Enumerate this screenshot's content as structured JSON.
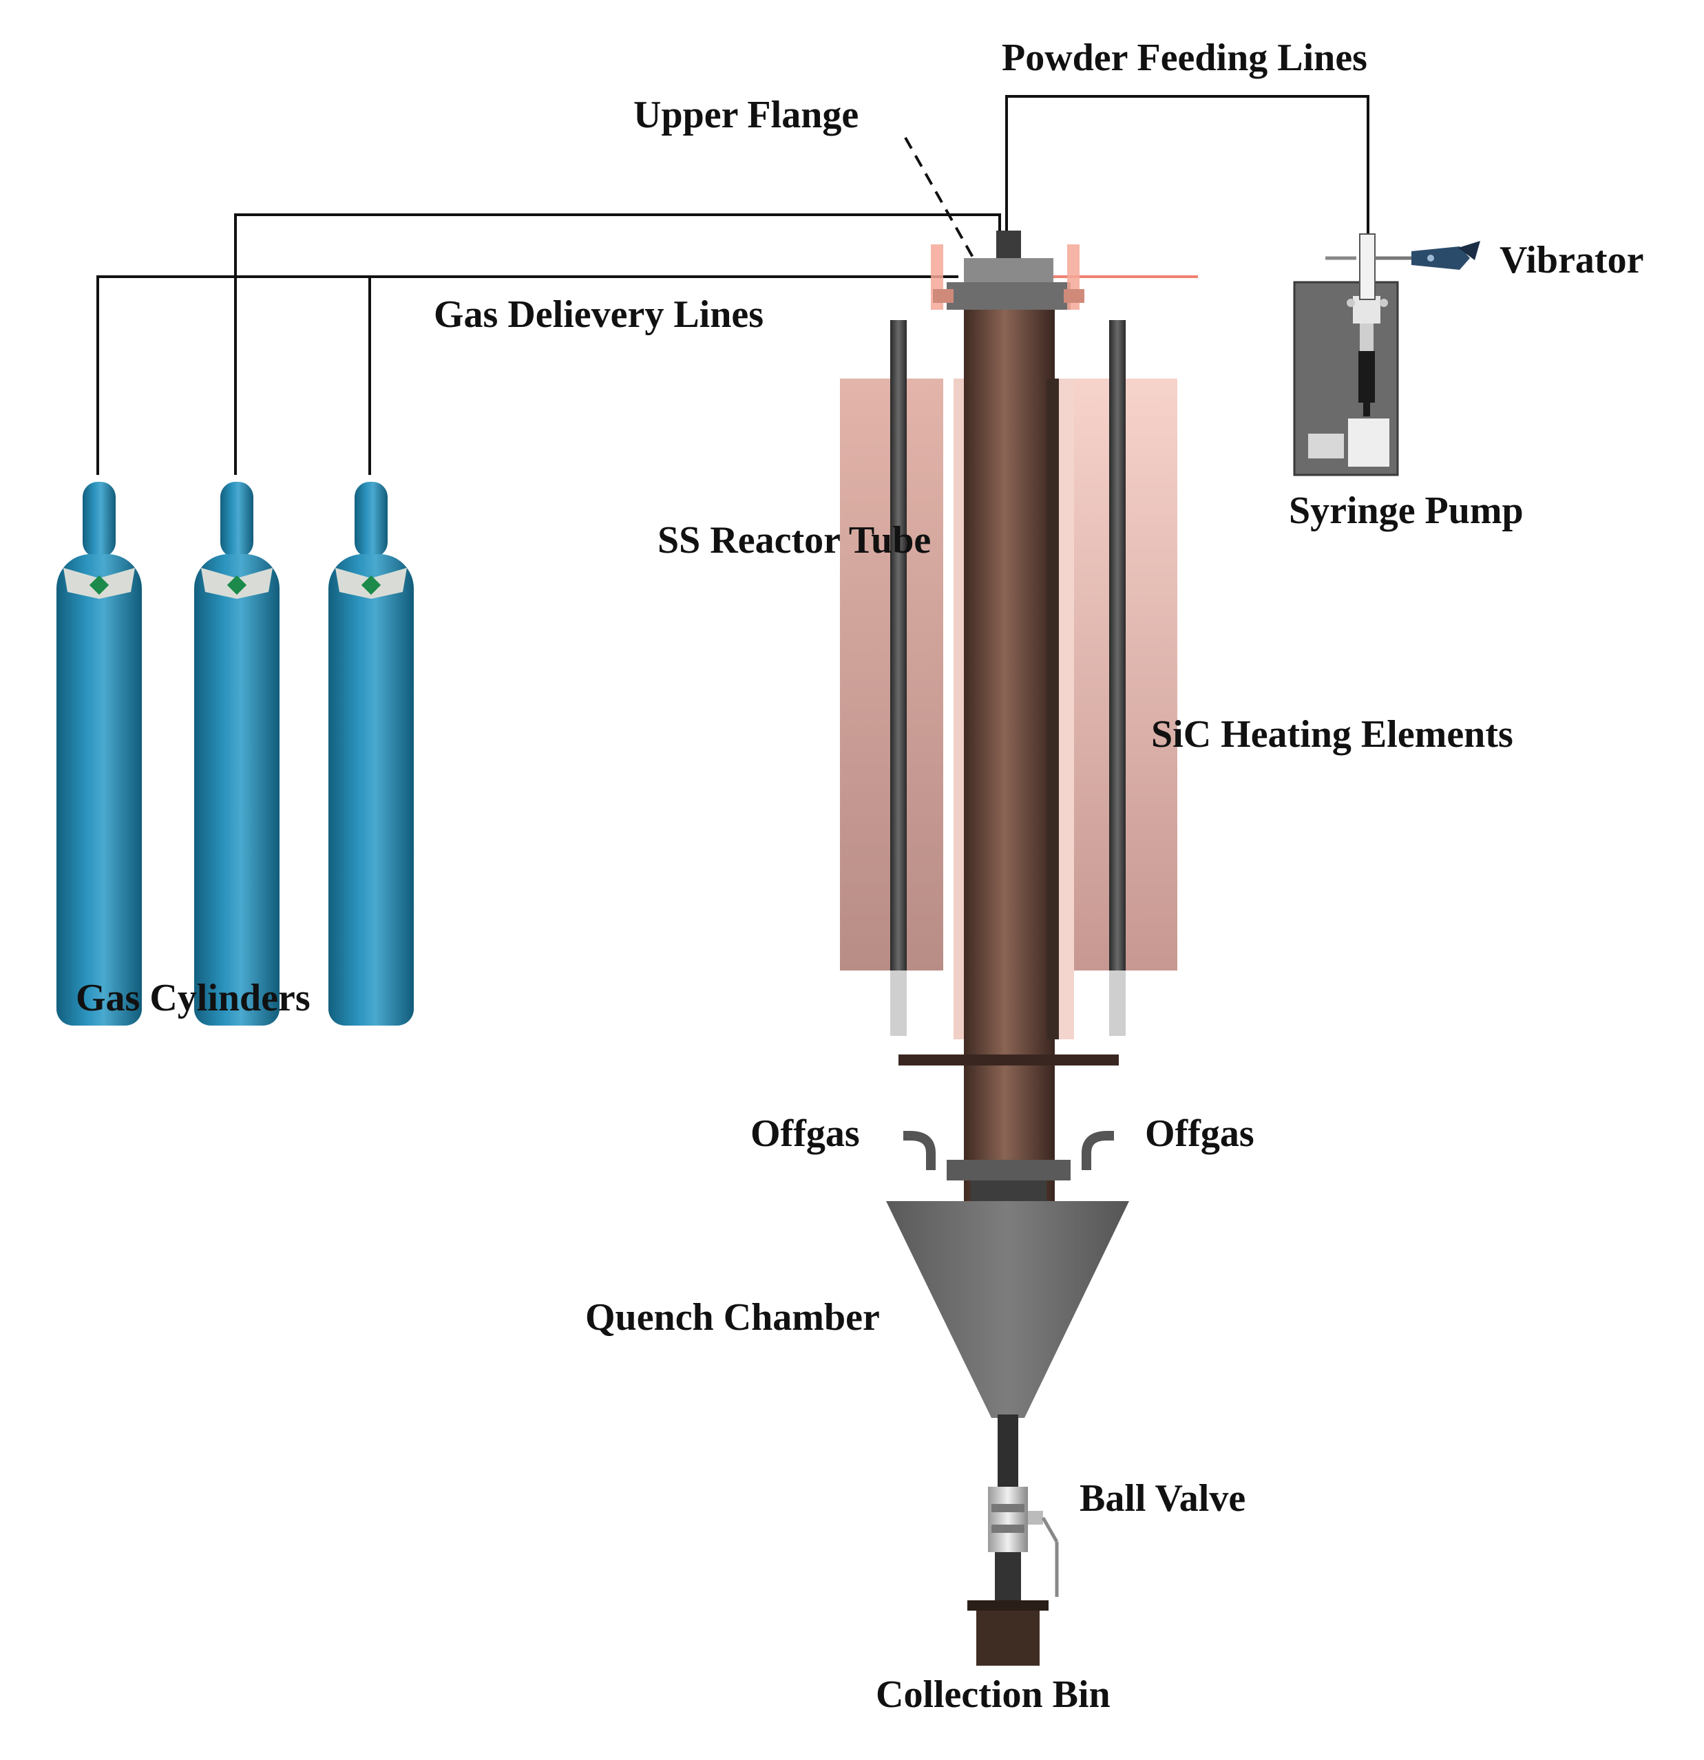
{
  "labels": {
    "powder_feeding_lines": "Powder Feeding Lines",
    "upper_flange": "Upper Flange",
    "vibrator": "Vibrator",
    "gas_delivery_lines": "Gas Delievery Lines",
    "syringe_pump": "Syringe Pump",
    "ss_reactor_tube": "SS Reactor Tube",
    "sic_heating_elements": "SiC Heating Elements",
    "gas_cylinders": "Gas Cylinders",
    "offgas_left": "Offgas",
    "offgas_right": "Offgas",
    "quench_chamber": "Quench Chamber",
    "ball_valve": "Ball Valve",
    "collection_bin": "Collection Bin"
  },
  "colors": {
    "cylinder": "#1f7fa6",
    "furnace": "#d8aaa0",
    "reactor_tube": "#6b4a3e",
    "quench_chamber": "#6b6b6b",
    "flange": "#f0a898",
    "line": "#111111"
  }
}
